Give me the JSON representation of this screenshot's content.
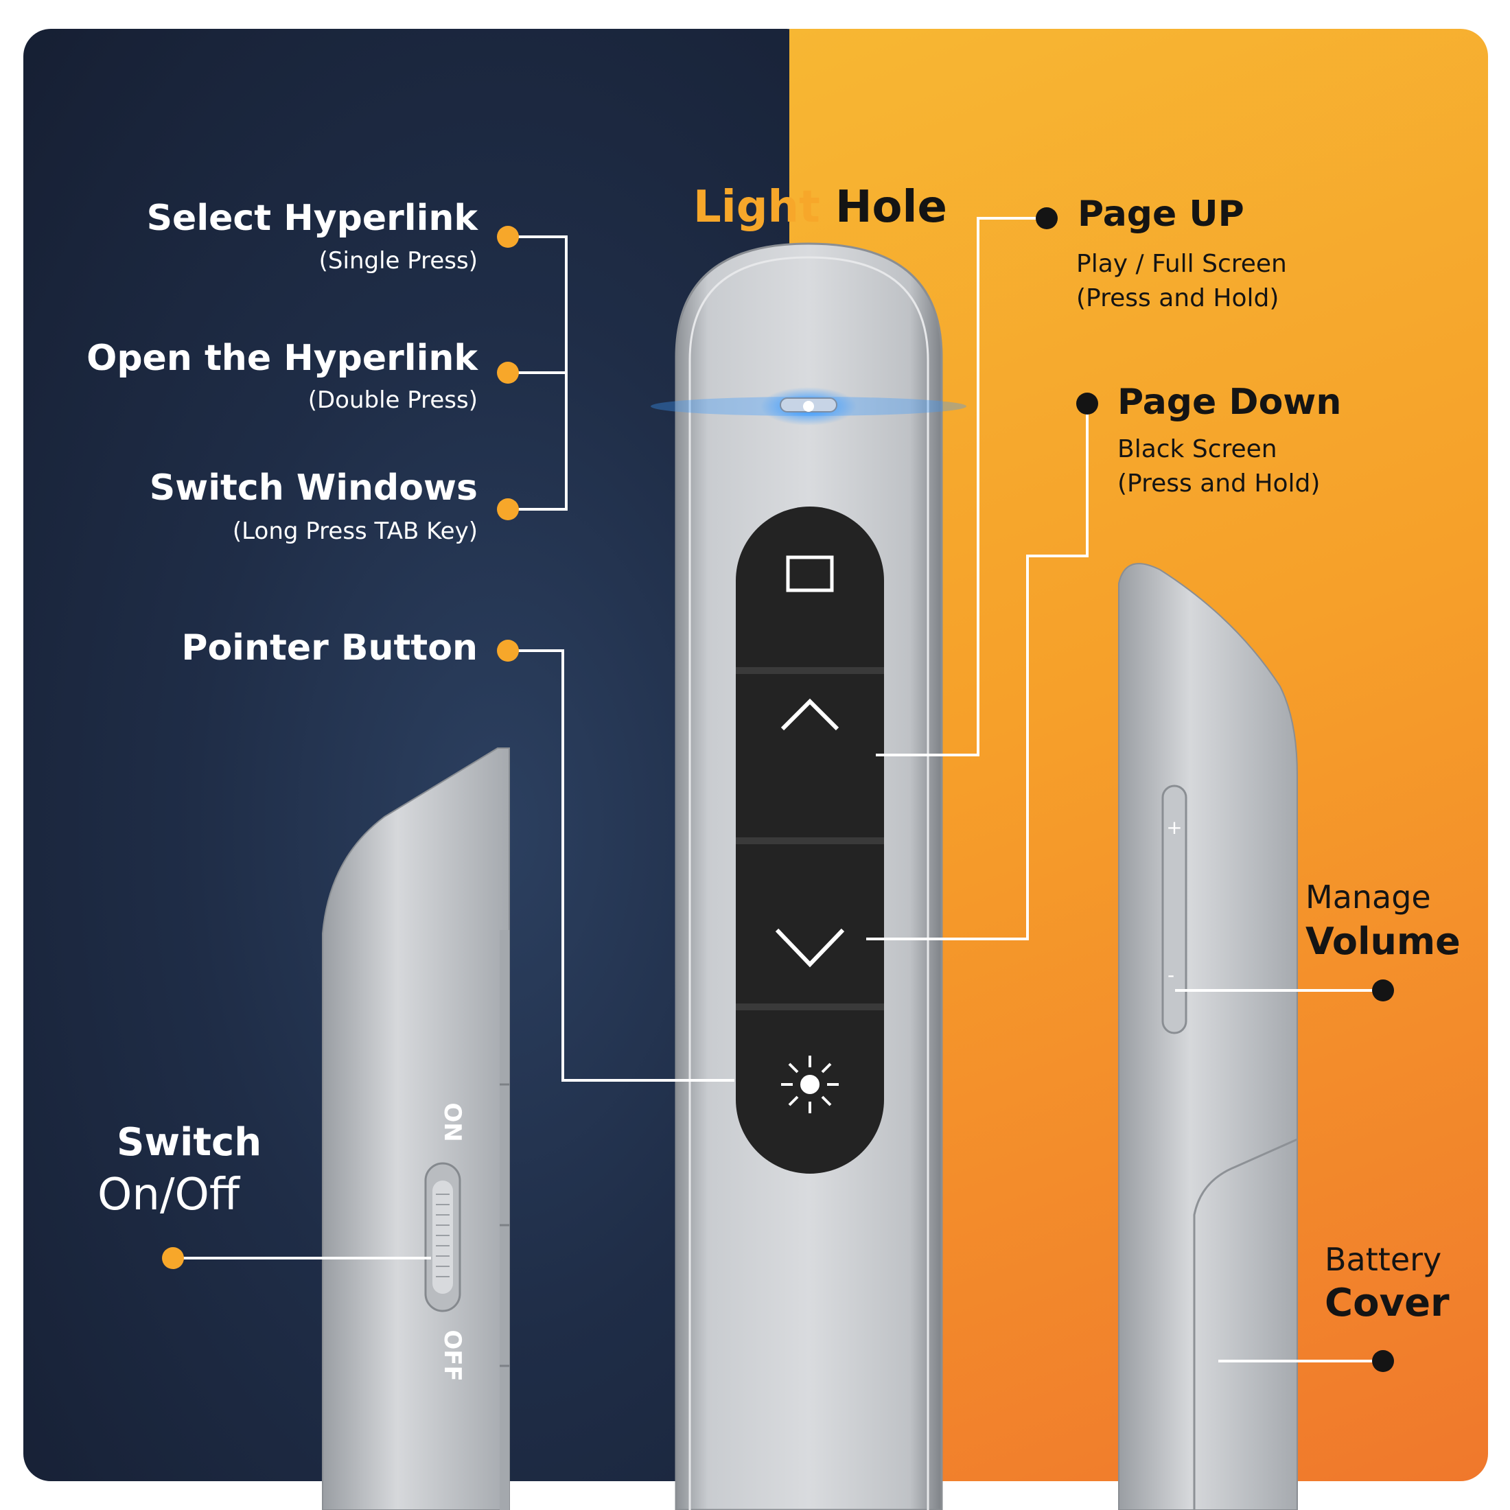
{
  "colors": {
    "dark_panel": "#1f2d47",
    "orange_start": "#f7b733",
    "orange_end": "#f0782c",
    "accent_dot_orange": "#f7a72a",
    "accent_dot_dark": "#141414",
    "led_blue": "#3b9bff"
  },
  "light_hole": {
    "word1": "Light",
    "word2": "Hole"
  },
  "left_labels": [
    {
      "title": "Select Hyperlink",
      "sub": "(Single Press)"
    },
    {
      "title": "Open the Hyperlink",
      "sub": "(Double Press)"
    },
    {
      "title": "Switch Windows",
      "sub": "(Long Press TAB Key)"
    },
    {
      "title": "Pointer Button",
      "sub": ""
    }
  ],
  "switch_label": {
    "line1": "Switch",
    "line2": "On/Off"
  },
  "switch_text": {
    "on": "ON",
    "off": "OFF"
  },
  "right_labels": {
    "page_up": {
      "title": "Page UP",
      "line1": "Play / Full Screen",
      "line2": "(Press and Hold)"
    },
    "page_down": {
      "title": "Page Down",
      "line1": "Black Screen",
      "line2": "(Press and Hold)"
    },
    "volume": {
      "line1": "Manage",
      "line2": "Volume",
      "plus": "+",
      "minus": "-"
    },
    "battery": {
      "line1": "Battery",
      "line2": "Cover"
    }
  },
  "buttons": [
    "blank-screen-icon",
    "chevron-up-icon",
    "chevron-down-icon",
    "laser-pointer-icon"
  ]
}
